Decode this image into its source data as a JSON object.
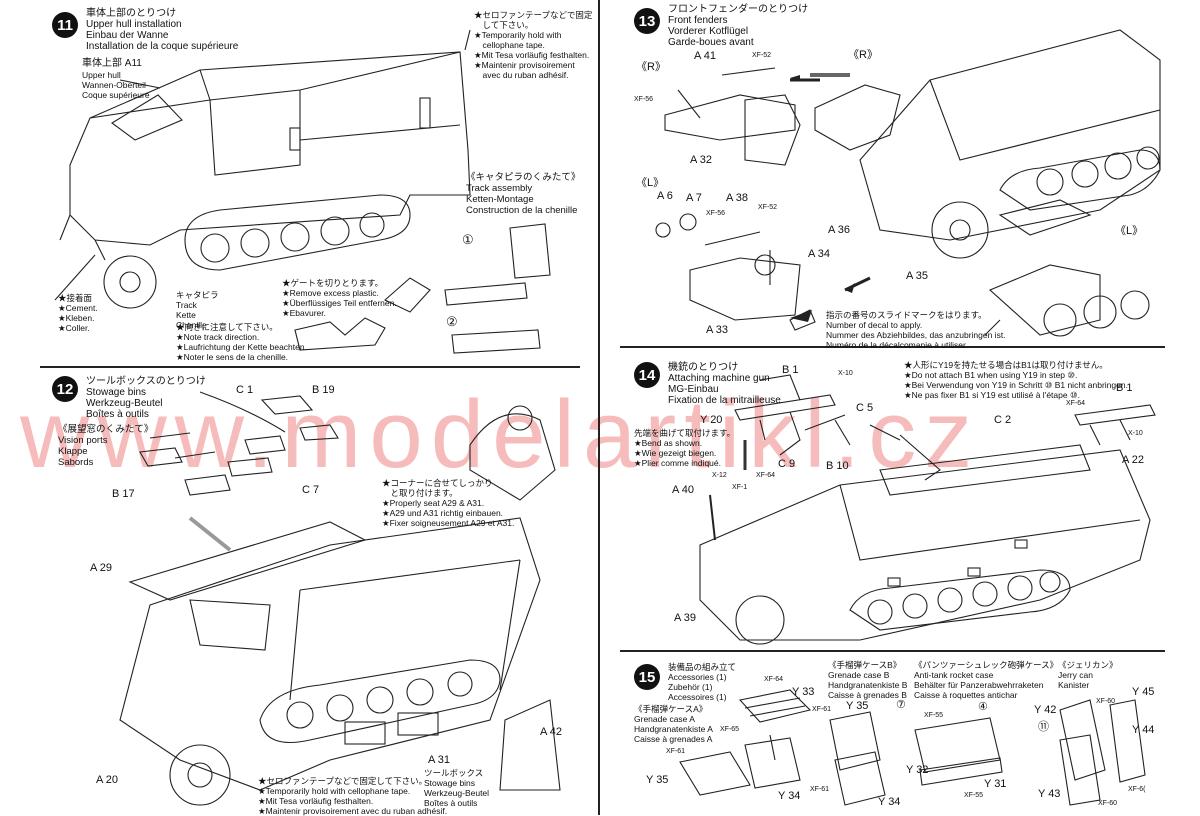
{
  "watermark": "www.modelartikl.cz",
  "s11": {
    "number": "11",
    "title": [
      "車体上部のとりつけ",
      "Upper hull installation",
      "Einbau der Wanne",
      "Installation de la coque supérieure"
    ],
    "part_label": "車体上部 A11",
    "part_sub": [
      "Upper hull",
      "Wannen-Oberteil",
      "Coque supérieure"
    ],
    "tape_note": [
      "★セロファンテープなどで固定",
      "　して下さい。",
      "★Temporarily hold with",
      "　cellophane tape.",
      "★Mit Tesa vorläufig festhalten.",
      "★Maintenir provisoirement",
      "　avec du ruban adhésif."
    ],
    "cement": [
      "★接着面",
      "★Cement.",
      "★Kleben.",
      "★Coller."
    ],
    "track_title": [
      "《キャタピラのくみたて》",
      "Track assembly",
      "Ketten-Montage",
      "Construction de la chenille"
    ],
    "track_label": [
      "キャタピラ",
      "Track",
      "Kette",
      "Chenille"
    ],
    "direction_note": [
      "★向きに注意して下さい。",
      "★Note track direction.",
      "★Laufrichtung der Kette beachten.",
      "★Noter le sens de la chenille."
    ],
    "gate_note": [
      "★ゲートを切りとります。",
      "★Remove excess plastic.",
      "★Überflüssiges Teil entfernen.",
      "★Ebavurer."
    ],
    "circle1": "①",
    "circle2": "②"
  },
  "s12": {
    "number": "12",
    "title": [
      "ツールボックスのとりつけ",
      "Stowage bins",
      "Werkzeug-Beutel",
      "Boîtes à outils"
    ],
    "vision_title": [
      "《展望窓のくみたて》",
      "Vision ports",
      "Klappe",
      "Sabords"
    ],
    "labels": {
      "c1": "C 1",
      "b19": "B 19",
      "b17": "B 17",
      "c7": "C 7",
      "a29": "A 29",
      "a20": "A 20",
      "a31": "A 31",
      "a42": "A 42"
    },
    "corner_note": [
      "★コーナーに合せてしっかり",
      "　と取り付けます。",
      "★Properly seat A29 & A31.",
      "★A29 und A31 richtig einbauen.",
      "★Fixer soigneusement A29 et A31."
    ],
    "tape_note": [
      "★セロファンテープなどで固定して下さい。",
      "★Temporarily hold with cellophane tape.",
      "★Mit Tesa vorläufig festhalten.",
      "★Maintenir provisoirement avec du ruban adhésif."
    ],
    "a31_sub": [
      "ツールボックス",
      "Stowage bins",
      "Werkzeug-Beutel",
      "Boîtes à outils"
    ]
  },
  "s13": {
    "number": "13",
    "title": [
      "フロントフェンダーのとりつけ",
      "Front fenders",
      "Vorderer Kotflügel",
      "Garde-boues avant"
    ],
    "r": "《R》",
    "l": "《L》",
    "labels": {
      "a41": "A 41",
      "xf52": "XF-52",
      "xf56": "XF-56",
      "a32": "A 32",
      "a6": "A 6",
      "a7": "A 7",
      "a38": "A 38",
      "xf52b": "XF-52",
      "xf56b": "XF-56",
      "a34": "A 34",
      "a33": "A 33",
      "a36": "A 36",
      "a35": "A 35"
    },
    "decal_note": [
      "指示の番号のスライドマークをはります。",
      "Number of decal to apply.",
      "Nummer des Abziehbildes, das anzubringen ist.",
      "Numéro de la décalcomanie à utiliser."
    ]
  },
  "s14": {
    "number": "14",
    "title": [
      "機銃のとりつけ",
      "Attaching machine gun",
      "MG-Einbau",
      "Fixation de la mitrailleuse"
    ],
    "labels": {
      "b1": "B 1",
      "x10": "X-10",
      "y20": "Y 20",
      "c5": "C 5",
      "c9": "C 9",
      "b10": "B 10",
      "x12": "X-12",
      "xf64": "XF-64",
      "xf1": "XF-1",
      "a40": "A 40",
      "c2": "C 2",
      "b1r": "B 1",
      "xf64r": "XF-64",
      "x10r": "X-10",
      "a22": "A 22",
      "a39": "A 39"
    },
    "bend_note": [
      "先端を曲げて取付けます。",
      "★Bend as shown.",
      "★Wie gezeigt biegen.",
      "★Plier comme indiqué."
    ],
    "y19_note": [
      "★人形にY19を持たせる場合はB1は取り付けません。",
      "★Do not attach B1 when using Y19 in step ⑩.",
      "★Bei Verwendung von Y19 in Schritt ⑩ B1 nicht anbringen.",
      "★Ne pas fixer B1 si Y19 est utilisé à l'étape ⑩."
    ]
  },
  "s15": {
    "number": "15",
    "title": [
      "装備品の組み立て",
      "Accessories (1)",
      "Zubehör (1)",
      "Accessoires (1)"
    ],
    "grenade_a": [
      "《手榴弾ケースA》",
      "Grenade case A",
      "Handgranatenkiste A",
      "Caisse à grenades A"
    ],
    "grenade_b": [
      "《手榴弾ケースB》",
      "Grenade case B",
      "Handgranatenkiste B",
      "Caisse à grenades B"
    ],
    "rocket": [
      "《パンツァーシュレック砲弾ケース》",
      "Anti-tank rocket case",
      "Behälter für Panzerabwehrraketen",
      "Caisse à roquettes antichar"
    ],
    "jerry": [
      "《ジェリカン》",
      "Jerry can",
      "Kanister"
    ],
    "labels": {
      "xf64": "XF-64",
      "y33": "Y 33",
      "xf65": "XF-65",
      "xf61": "XF-61",
      "y35": "Y 35",
      "y34": "Y 34",
      "xf61b": "XF-61",
      "xf61c": "XF-61",
      "y35b": "Y 35",
      "c7": "⑦",
      "y34b": "Y 34",
      "xf55": "XF-55",
      "c4": "④",
      "y32": "Y 32",
      "y31": "Y 31",
      "xf55b": "XF-55",
      "y42": "Y 42",
      "c11": "⑪",
      "xf60": "XF-60",
      "y45": "Y 45",
      "y44": "Y 44",
      "y43": "Y 43",
      "xf60b": "XF-60",
      "xf60c": "XF-6("
    }
  }
}
